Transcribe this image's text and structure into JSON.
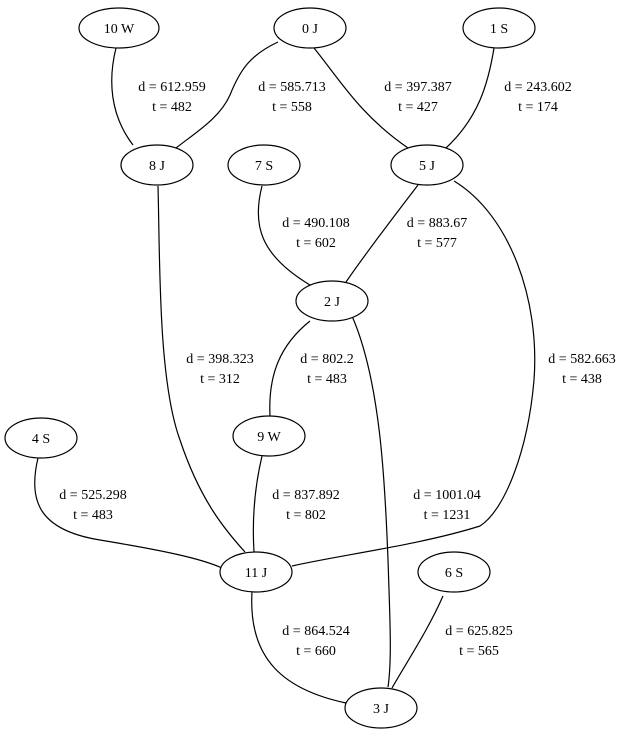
{
  "graph": {
    "nodes": [
      {
        "id": "n10",
        "label": "10 W"
      },
      {
        "id": "n0",
        "label": "0 J"
      },
      {
        "id": "n1",
        "label": "1 S"
      },
      {
        "id": "n8",
        "label": "8 J"
      },
      {
        "id": "n7",
        "label": "7 S"
      },
      {
        "id": "n5",
        "label": "5 J"
      },
      {
        "id": "n2",
        "label": "2 J"
      },
      {
        "id": "n4",
        "label": "4 S"
      },
      {
        "id": "n9",
        "label": "9 W"
      },
      {
        "id": "n11",
        "label": "11 J"
      },
      {
        "id": "n6",
        "label": "6 S"
      },
      {
        "id": "n3",
        "label": "3 J"
      }
    ],
    "edges": [
      {
        "id": "e10-8",
        "from": "10 W",
        "to": "8 J",
        "d": "d = 612.959",
        "t": "t = 482"
      },
      {
        "id": "e0-8",
        "from": "0 J",
        "to": "8 J",
        "d": "d = 585.713",
        "t": "t = 558"
      },
      {
        "id": "e0-5",
        "from": "0 J",
        "to": "5 J",
        "d": "d = 397.387",
        "t": "t = 427"
      },
      {
        "id": "e1-5",
        "from": "1 S",
        "to": "5 J",
        "d": "d = 243.602",
        "t": "t = 174"
      },
      {
        "id": "e7-2",
        "from": "7 S",
        "to": "2 J",
        "d": "d = 490.108",
        "t": "t = 602"
      },
      {
        "id": "e5-2",
        "from": "5 J",
        "to": "2 J",
        "d": "d = 883.67",
        "t": "t = 577"
      },
      {
        "id": "e8-11",
        "from": "8 J",
        "to": "11 J",
        "d": "d = 398.323",
        "t": "t = 312"
      },
      {
        "id": "e2-9",
        "from": "2 J",
        "to": "9 W",
        "d": "d = 802.2",
        "t": "t = 483"
      },
      {
        "id": "e5-11",
        "from": "5 J",
        "to": "11 J",
        "d": "d = 582.663",
        "t": "t = 438"
      },
      {
        "id": "e4-11",
        "from": "4 S",
        "to": "11 J",
        "d": "d = 525.298",
        "t": "t = 483"
      },
      {
        "id": "e9-11",
        "from": "9 W",
        "to": "11 J",
        "d": "d = 837.892",
        "t": "t = 802"
      },
      {
        "id": "e2-3",
        "from": "2 J",
        "to": "3 J",
        "d": "d = 1001.04",
        "t": "t = 1231"
      },
      {
        "id": "e11-3",
        "from": "11 J",
        "to": "3 J",
        "d": "d = 864.524",
        "t": "t = 660"
      },
      {
        "id": "e6-3",
        "from": "6 S",
        "to": "3 J",
        "d": "d = 625.825",
        "t": "t = 565"
      }
    ]
  }
}
